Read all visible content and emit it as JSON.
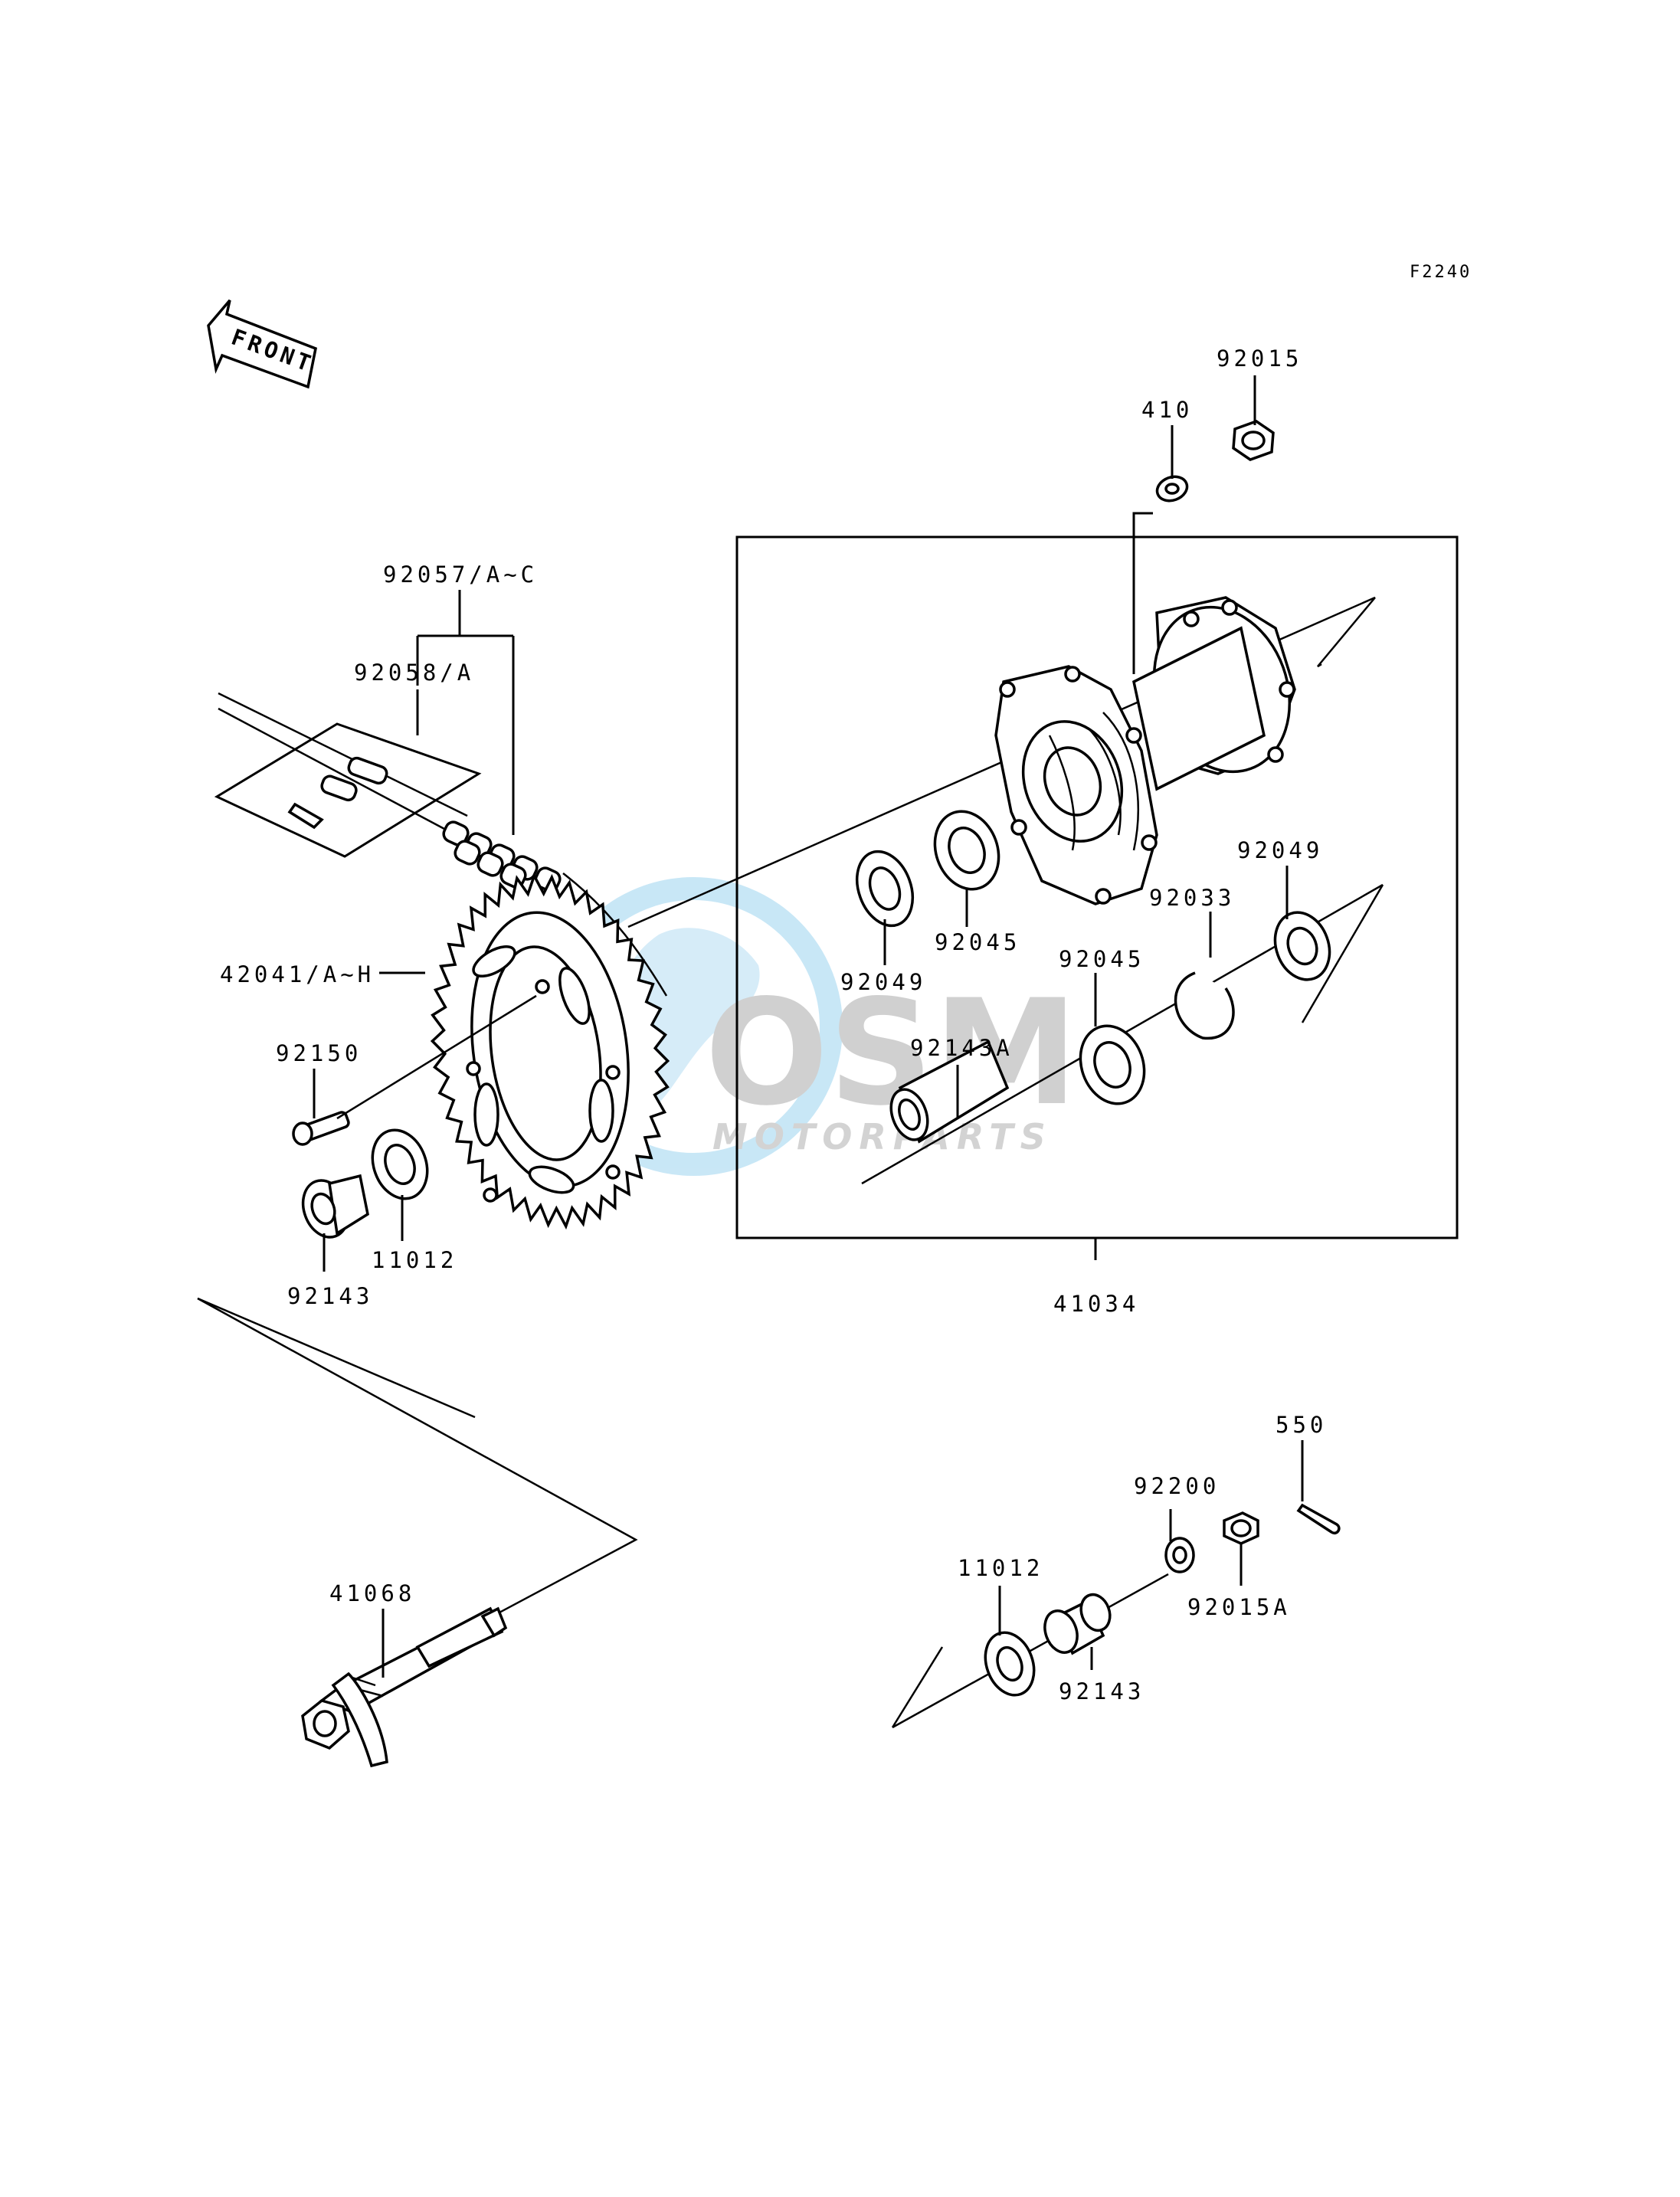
{
  "figure_code": "F2240",
  "front_arrow_label": "FRONT",
  "watermark": {
    "brand": "OSM",
    "subtitle": "MOTORPARTS",
    "color_globe": "#bfe3f5",
    "color_text": "#c8c8c8"
  },
  "labels": {
    "p92015": "92015",
    "p410": "410",
    "p92057": "92057/A~C",
    "p92058": "92058/A",
    "p42041": "42041/A~H",
    "p92150": "92150",
    "p11012_left": "11012",
    "p92143_left": "92143",
    "p92049_mid": "92049",
    "p92045_mid": "92045",
    "p92143A": "92143A",
    "p92045_right": "92045",
    "p92033": "92033",
    "p92049_right": "92049",
    "p41034": "41034",
    "p550": "550",
    "p92200": "92200",
    "p11012_right": "11012",
    "p92015A": "92015A",
    "p92143_right": "92143",
    "p41068": "41068"
  }
}
